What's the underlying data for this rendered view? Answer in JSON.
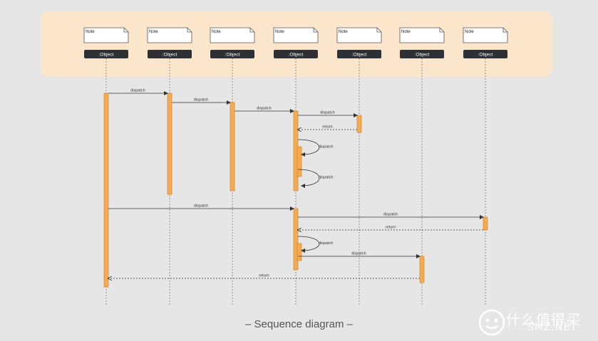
{
  "diagram": {
    "caption": "– Sequence diagram –",
    "colors": {
      "background": "#e6e6e6",
      "header_band": "#fbe5cb",
      "object_box": "#2d3136",
      "object_text": "#ffffff",
      "activation": "#f5ab53",
      "activation_border": "#c97a20",
      "lifeline": "#777777",
      "arrow": "#333333"
    },
    "participants": [
      {
        "note": "Note",
        "label": ":Object"
      },
      {
        "note": "Note",
        "label": ":Object"
      },
      {
        "note": "Note",
        "label": ":Object"
      },
      {
        "note": "Note",
        "label": ":Object"
      },
      {
        "note": "Note",
        "label": ":Object"
      },
      {
        "note": "Note",
        "label": ":Object"
      },
      {
        "note": "Note",
        "label": ":Object"
      }
    ],
    "messages": [
      {
        "from": 0,
        "to": 1,
        "label": "dispatch",
        "kind": "call"
      },
      {
        "from": 1,
        "to": 2,
        "label": "dispatch",
        "kind": "call"
      },
      {
        "from": 2,
        "to": 3,
        "label": "dispatch",
        "kind": "call"
      },
      {
        "from": 3,
        "to": 4,
        "label": "dispatch",
        "kind": "call"
      },
      {
        "from": 4,
        "to": 3,
        "label": "return",
        "kind": "return"
      },
      {
        "from": 3,
        "to": 3,
        "label": "dispatch",
        "kind": "self"
      },
      {
        "from": 3,
        "to": 3,
        "label": "dispatch",
        "kind": "self"
      },
      {
        "from": 0,
        "to": 3,
        "label": "dispatch",
        "kind": "call"
      },
      {
        "from": 3,
        "to": 6,
        "label": "dispatch",
        "kind": "call"
      },
      {
        "from": 6,
        "to": 3,
        "label": "return",
        "kind": "return"
      },
      {
        "from": 3,
        "to": 3,
        "label": "dispatch",
        "kind": "self"
      },
      {
        "from": 3,
        "to": 5,
        "label": "dispatch",
        "kind": "call"
      },
      {
        "from": 5,
        "to": 0,
        "label": "return",
        "kind": "return"
      }
    ]
  },
  "watermark": {
    "text": "什么值得买",
    "sub": "SMZ.NET",
    "icon": "smzdm-logo-icon"
  }
}
